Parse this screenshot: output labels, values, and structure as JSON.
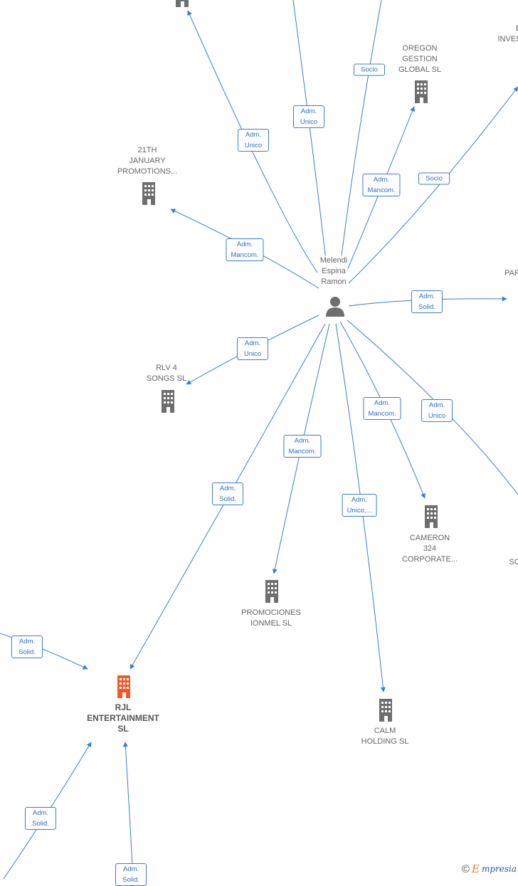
{
  "center": {
    "name": "Melendi\nEspina\nRamon"
  },
  "nodes": [
    {
      "id": "top_left_building",
      "label": ""
    },
    {
      "id": "oregon",
      "label": "OREGON\nGESTION\nGLOBAL  SL"
    },
    {
      "id": "inves",
      "label": "E\nINVES"
    },
    {
      "id": "january",
      "label": "21TH\nJANUARY\nPROMOTIONS..."
    },
    {
      "id": "par",
      "label": "PAR"
    },
    {
      "id": "rlv",
      "label": "RLV 4\nSONGS  SL"
    },
    {
      "id": "cameron",
      "label": "CAMERON\n324\nCORPORATE..."
    },
    {
      "id": "sc",
      "label": "SC"
    },
    {
      "id": "promociones",
      "label": "PROMOCIONES\nIONMEL  SL"
    },
    {
      "id": "rjl",
      "label": "RJL\nENTERTAINMENT\nSL"
    },
    {
      "id": "calm",
      "label": "CALM\nHOLDING  SL"
    }
  ],
  "edge_labels": [
    {
      "id": "e1",
      "text": "Adm.\nUnico"
    },
    {
      "id": "e2",
      "text": "Adm.\nUnico"
    },
    {
      "id": "e3",
      "text": "Socio"
    },
    {
      "id": "e4",
      "text": "Adm.\nMancom."
    },
    {
      "id": "e5",
      "text": "Socio"
    },
    {
      "id": "e6",
      "text": "Adm.\nMancom."
    },
    {
      "id": "e7",
      "text": "Adm.\nSolid."
    },
    {
      "id": "e8",
      "text": "Adm.\nUnico"
    },
    {
      "id": "e9",
      "text": "Adm.\nMancom."
    },
    {
      "id": "e10",
      "text": "Adm.\nUnico"
    },
    {
      "id": "e11",
      "text": "Adm.\nMancom."
    },
    {
      "id": "e12",
      "text": "Adm.\nSolid."
    },
    {
      "id": "e13",
      "text": "Adm.\nUnico,..."
    },
    {
      "id": "e14",
      "text": "Adm.\nSolid."
    },
    {
      "id": "e15",
      "text": "Adm.\nSolid."
    },
    {
      "id": "e16",
      "text": "Adm.\nSolid."
    }
  ],
  "colors": {
    "edge": "#3a7bd5",
    "building": "#6e6e6e",
    "highlight_building": "#f05a28",
    "person": "#6e6e6e"
  },
  "icons": {
    "company": "building-icon",
    "person": "person-icon"
  },
  "footer": {
    "copyright": "©",
    "brand_initial": "E",
    "brand_rest": "mpresia"
  }
}
